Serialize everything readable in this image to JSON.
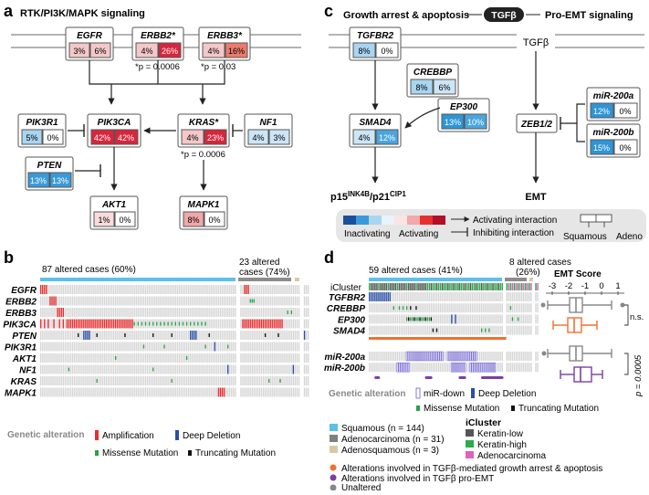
{
  "panel_a": {
    "letter": "a",
    "title": "RTK/PI3K/MAPK signaling",
    "genes": [
      {
        "id": "egfr",
        "name": "EGFR",
        "sq": "3%",
        "ad": "6%",
        "sq_color": "#f4c8c8",
        "ad_color": "#f4c8c8"
      },
      {
        "id": "erbb2",
        "name": "ERBB2*",
        "sq": "4%",
        "ad": "26%",
        "sq_color": "#f4c8c8",
        "ad_color": "#d7263d"
      },
      {
        "id": "erbb3",
        "name": "ERBB3*",
        "sq": "4%",
        "ad": "16%",
        "sq_color": "#f4c8c8",
        "ad_color": "#ec7b6d"
      },
      {
        "id": "pik3r1",
        "name": "PIK3R1",
        "sq": "5%",
        "ad": "0%",
        "sq_color": "#a9d5f0",
        "ad_color": "#ffffff"
      },
      {
        "id": "pik3ca",
        "name": "PIK3CA",
        "sq": "42%",
        "ad": "42%",
        "sq_color": "#d7263d",
        "ad_color": "#d7263d"
      },
      {
        "id": "kras",
        "name": "KRAS*",
        "sq": "4%",
        "ad": "23%",
        "sq_color": "#f4c8c8",
        "ad_color": "#d7263d"
      },
      {
        "id": "nf1",
        "name": "NF1",
        "sq": "4%",
        "ad": "3%",
        "sq_color": "#cde6f6",
        "ad_color": "#cde6f6"
      },
      {
        "id": "pten",
        "name": "PTEN",
        "sq": "13%",
        "ad": "13%",
        "sq_color": "#3a9ad9",
        "ad_color": "#3a9ad9"
      },
      {
        "id": "akt1",
        "name": "AKT1",
        "sq": "1%",
        "ad": "0%",
        "sq_color": "#f8dcdc",
        "ad_color": "#ffffff"
      },
      {
        "id": "mapk1",
        "name": "MAPK1",
        "sq": "8%",
        "ad": "0%",
        "sq_color": "#f0a8a8",
        "ad_color": "#ffffff"
      }
    ],
    "pvals": [
      "*p = 0.0006",
      "*p = 0.03",
      "*p = 0.0006"
    ]
  },
  "panel_b": {
    "letter": "b",
    "group1": "87 altered cases (60%)",
    "group2_line1": "23 altered",
    "group2_line2": "cases (74%)",
    "genes": [
      "EGFR",
      "ERBB2",
      "ERBB3",
      "PIK3CA",
      "PTEN",
      "PIK3R1",
      "AKT1",
      "NF1",
      "KRAS",
      "MAPK1"
    ],
    "legend_title": "Genetic alteration",
    "legend": [
      "Amplification",
      "Deep Deletion",
      "Missense Mutation",
      "Truncating Mutation"
    ]
  },
  "panel_c": {
    "letter": "c",
    "title_left": "Growth arrest & apoptosis",
    "tgfb": "TGFβ",
    "title_right": "Pro-EMT signaling",
    "genes": [
      {
        "id": "tgfbr2",
        "name": "TGFBR2",
        "sq": "8%",
        "ad": "0%",
        "sq_color": "#a9d5f0",
        "ad_color": "#ffffff"
      },
      {
        "id": "crebbp",
        "name": "CREBBP",
        "sq": "8%",
        "ad": "6%",
        "sq_color": "#a9d5f0",
        "ad_color": "#cde6f6"
      },
      {
        "id": "ep300",
        "name": "EP300",
        "sq": "13%",
        "ad": "10%",
        "sq_color": "#2e95d6",
        "ad_color": "#4aa5dd"
      },
      {
        "id": "smad4",
        "name": "SMAD4",
        "sq": "4%",
        "ad": "12%",
        "sq_color": "#cde6f6",
        "ad_color": "#4aa5dd"
      },
      {
        "id": "mir200a",
        "name": "miR-200a",
        "sq": "12%",
        "ad": "0%",
        "sq_color": "#2e95d6",
        "ad_color": "#ffffff"
      },
      {
        "id": "mir200b",
        "name": "miR-200b",
        "sq": "15%",
        "ad": "0%",
        "sq_color": "#2e95d6",
        "ad_color": "#ffffff"
      }
    ],
    "tgfb_receptor": "TGFβ",
    "zeb": "ZEB1/2",
    "p15": "p15INK4B/p21CIP1",
    "emt": "EMT",
    "legend_inactivating": "Inactivating",
    "legend_activating": "Activating",
    "legend_act_inter": "Activating interaction",
    "legend_inh_inter": "Inhibiting interaction",
    "legend_squamous": "Squamous",
    "legend_adeno": "Adeno"
  },
  "panel_d": {
    "letter": "d",
    "group1": "59 altered cases (41%)",
    "group2_line1": "8 altered cases",
    "group2_line2": "(26%)",
    "icluster": "iCluster",
    "genes_top": [
      "TGFBR2",
      "CREBBP",
      "EP300",
      "SMAD4"
    ],
    "genes_bottom": [
      "miR-200a",
      "miR-200b"
    ],
    "emt_title": "EMT Score",
    "emt_ticks": [
      "-3",
      "-2",
      "-1",
      "0",
      "1"
    ],
    "ns": "n.s.",
    "pval": "p = 0.0005",
    "legend_title": "Genetic alteration",
    "legend": [
      "miR-down",
      "Deep Deletion",
      "Missense Mutation",
      "Truncating Mutation"
    ]
  },
  "bottom_legend": {
    "types": [
      {
        "label": "Squamous (n = 144)",
        "color": "#5bc0eb"
      },
      {
        "label": "Adenocarcinoma (n = 31)",
        "color": "#7f7f7f"
      },
      {
        "label": "Adenosquamous (n = 3)",
        "color": "#d8c9a3"
      }
    ],
    "icluster_title": "iCluster",
    "icluster": [
      {
        "label": "Keratin-low",
        "color": "#555555"
      },
      {
        "label": "Keratin-high",
        "color": "#2eaa4a"
      },
      {
        "label": "Adenocarcinoma",
        "color": "#e060c0"
      }
    ],
    "dots": [
      {
        "label": "Alterations involved in TGFβ-mediated growth arrest & apoptosis",
        "color": "#f07030"
      },
      {
        "label": "Alterations involved in TGFβ pro-EMT",
        "color": "#7b3fa0"
      },
      {
        "label": "Unaltered",
        "color": "#888888"
      }
    ]
  }
}
